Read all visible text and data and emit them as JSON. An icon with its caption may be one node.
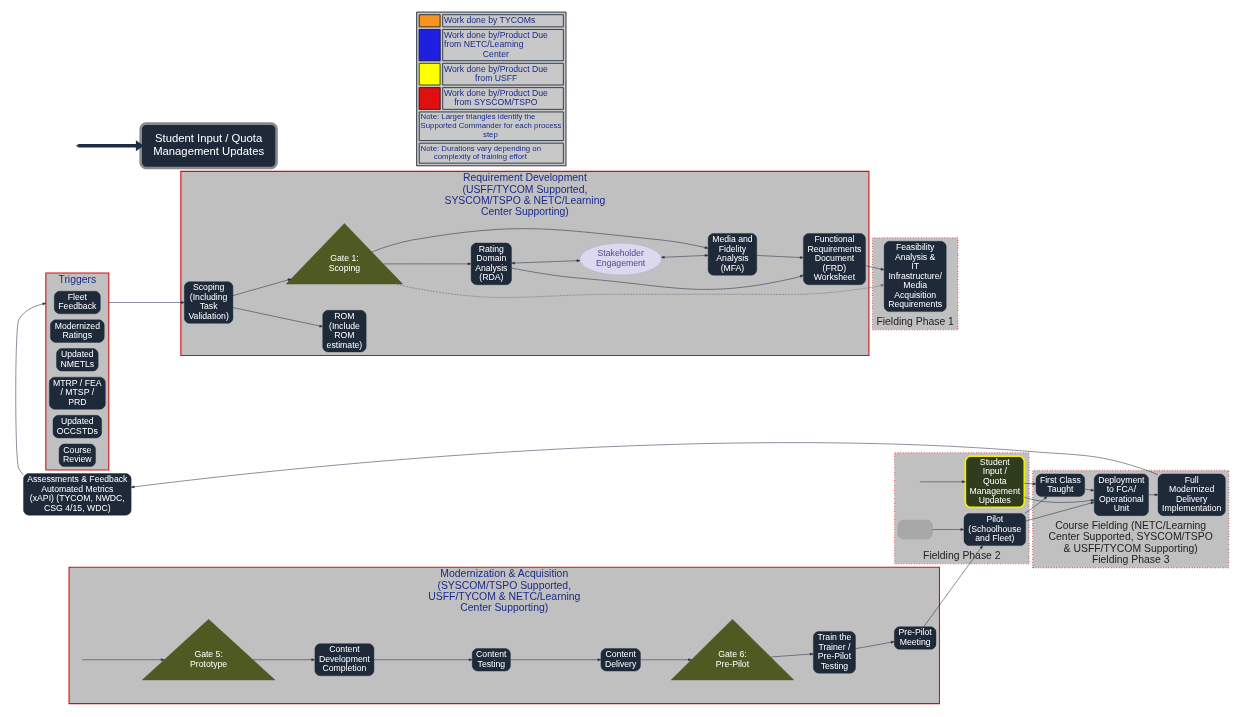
{
  "diagram": {
    "nodes": [
      {
        "text": [
          "Assessments & Feedback",
          "Automated Metrics (xAPI) (TYCOM, NWDC, CSG 4/15, WDC)"
        ]
      },
      {
        "text": [
          "Triggers"
        ]
      },
      {
        "text": [
          "Fleet Feedback"
        ],
        "in": 1
      },
      {
        "text": [
          "Modernized Ratings"
        ],
        "in": 1
      },
      {
        "text": [
          "Updated NMETLs"
        ],
        "in": 1
      },
      {
        "text": [
          "MTRP / FEA / MTSP / PRD"
        ],
        "in": 1
      },
      {
        "text": [
          "Updated OCCSTDs"
        ],
        "in": 1
      },
      {
        "text": [
          "Course Review"
        ],
        "in": 1
      },
      {
        "text": [
          "Requirement Development (USFF/TYCOM Supported, SYSCOM/TSPO & NETC/Learning Center Supporting)"
        ]
      },
      {
        "text": [
          "Scoping (Including Task Validation)"
        ],
        "in": 8
      },
      {
        "text": [
          "ROM (Include ROM estimate)"
        ],
        "in": 8
      },
      {
        "text": [
          "Gate 1: Scoping"
        ],
        "in": 8
      },
      {
        "text": [
          "Rating Domain Analysis (RDA)"
        ],
        "in": 8
      },
      {
        "text": [
          "Stakeholder Engagement"
        ],
        "in": 8
      },
      {
        "text": [
          "Media and Fidelity Analysis (MFA)"
        ],
        "in": 8
      },
      {
        "text": [
          "Functional Requirements Document (FRD) Worksheet"
        ],
        "in": 8
      },
      {
        "text": [
          "Modernization & Acquisition (SYSCOM/TSPO Supported, USFF/TYCOM & NETC/Learning Center Supporting)"
        ]
      },
      {
        "text": [
          "Gate 5: Prototype"
        ],
        "in": 16
      },
      {
        "text": [
          "Content Development Completion"
        ],
        "in": 16
      },
      {
        "text": [
          "Content Testing"
        ],
        "in": 16
      },
      {
        "text": [
          "Content Delivery"
        ],
        "in": 16
      },
      {
        "text": [
          "Gate 6: Pre-Pilot"
        ],
        "in": 16
      },
      {
        "text": [
          "Train the Trainer / Pre-Pilot Testing"
        ],
        "in": 16
      },
      {
        "text": [
          "Pre-Pilot Meeting"
        ],
        "in": 16
      },
      {
        "text": [
          "Course Fielding (NETC/Learning Center Supported, SYSCOM/TSPO & USFF/TYCOM Supporting)",
          "Fielding Phase 3"
        ]
      },
      {
        "text": [
          "First Class Taught"
        ],
        "in": 24
      },
      {
        "text": [
          "Deployment to FCA/ Operational Unit"
        ],
        "in": 24
      },
      {
        "text": [
          "Full Modernized Delivery Implementation"
        ],
        "in": 24
      },
      {
        "text": [
          "Fielding Phase 1"
        ]
      },
      {
        "text": [
          "Feasibility Analysis & IT Infrastructure/ Media Acquisition Requirements"
        ],
        "in": 28
      },
      {
        "text": [
          "Fielding Phase 2"
        ]
      },
      {
        "text": [],
        "shape": "box",
        "in": 30
      },
      {
        "text": [
          "Pilot (Schoolhouse and Fleet)"
        ],
        "in": 30
      },
      {
        "text": [
          "Student Input / Quota Management Updates"
        ],
        "in": 30
      },
      {
        "text": [
          "Student Input / Quota Management Updates"
        ]
      }
    ],
    "edges": [
      {
        "from": 27,
        "to": 0,
        "arrow": "to"
      },
      {
        "from": 0,
        "to": 1,
        "arrow": "to"
      },
      {
        "from": 1,
        "to": 9,
        "arrow": "to"
      },
      {
        "from": 9,
        "to": 11,
        "arrow": "to"
      },
      {
        "from": 9,
        "to": 10,
        "arrow": "to"
      },
      {
        "from": 11,
        "to": 12,
        "arrow": "to"
      },
      {
        "from": 11,
        "to": 14,
        "arrow": "to"
      },
      {
        "from": 12,
        "to": 13,
        "arrow": "both"
      },
      {
        "from": 13,
        "to": 14,
        "arrow": "both"
      },
      {
        "from": 12,
        "to": 15,
        "arrow": "to"
      },
      {
        "from": 14,
        "to": 15,
        "arrow": "to"
      },
      {
        "from": 15,
        "to": 29,
        "arrow": "to"
      },
      {
        "from": 11,
        "to": 29,
        "arrow": "to",
        "style": "dashed",
        "color": "#6b6b6b"
      },
      {
        "from": null,
        "to": 17,
        "arrow": "to"
      },
      {
        "from": 17,
        "to": 18,
        "arrow": "to"
      },
      {
        "from": 18,
        "to": 19,
        "arrow": "to"
      },
      {
        "from": 19,
        "to": 20,
        "arrow": "to"
      },
      {
        "from": 20,
        "to": 21,
        "arrow": "to"
      },
      {
        "from": 21,
        "to": 22,
        "arrow": "to"
      },
      {
        "from": 22,
        "to": 23,
        "arrow": "to"
      },
      {
        "from": 23,
        "to": 32,
        "arrow": "to"
      },
      {
        "from": 31,
        "to": 32,
        "arrow": "to"
      },
      {
        "from": 32,
        "to": 25,
        "arrow": "to"
      },
      {
        "from": 32,
        "to": 26,
        "arrow": "to"
      },
      {
        "from": 33,
        "to": 25,
        "arrow": "to"
      },
      {
        "from": 33,
        "to": 26,
        "arrow": "to"
      },
      {
        "from": 25,
        "to": 26,
        "arrow": "to"
      },
      {
        "from": 26,
        "to": 27,
        "arrow": "to"
      },
      {
        "from": null,
        "to": 33,
        "arrow": "to"
      },
      {
        "from": null,
        "to": 34,
        "arrow": "to",
        "style": "thick"
      }
    ],
    "labels": [
      "Note: Larger triangles identify the Supported Commander for each process step",
      "Note: Durations vary depending on complexity of training effort"
    ],
    "legend": [
      {
        "text": "Work done by TYCOMs",
        "color": "#f7941d"
      },
      {
        "text": "Work done by/Product Due from NETC/Learning Center",
        "color": "#1f1fe0"
      },
      {
        "text": "Work done by/Product Due from USFF",
        "color": "#ffff00"
      },
      {
        "text": "Work done by/Product Due from SYSCOM/TSPO",
        "color": "#e01010"
      }
    ]
  }
}
